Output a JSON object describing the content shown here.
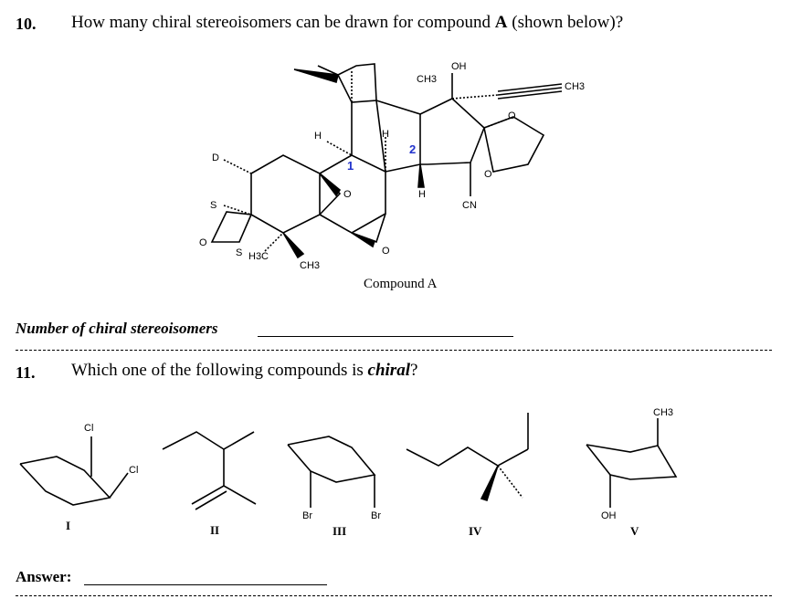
{
  "q10": {
    "number": "10.",
    "text_pre": "How many chiral stereoisomers can be drawn for compound ",
    "text_bold": "A",
    "text_post": " (shown below)?",
    "caption": "Compound A",
    "answer_label": "Number of chiral stereoisomers",
    "atom_labels": {
      "oh": "OH",
      "ch3_top": "CH3",
      "ch3_right": "CH3",
      "d": "D",
      "s_top": "S",
      "s_bottom": "S",
      "o_ring": "O",
      "h3c": "H3C",
      "ch3_bottom": "CH3",
      "h_left": "H",
      "h_top": "H",
      "h_bottom": "H",
      "cn": "CN",
      "o_epox1": "O",
      "o_epox2": "O",
      "o_diox1": "O",
      "o_diox2": "O",
      "stereo1": "1",
      "stereo2": "2"
    }
  },
  "q11": {
    "number": "11.",
    "text_pre": "Which one of the following compounds is ",
    "text_bi": "chiral",
    "text_post": "?",
    "compounds": [
      {
        "roman": "I",
        "labels": [
          "Cl",
          "Cl"
        ]
      },
      {
        "roman": "II",
        "labels": []
      },
      {
        "roman": "III",
        "labels": [
          "Br",
          "Br"
        ]
      },
      {
        "roman": "IV",
        "labels": []
      },
      {
        "roman": "V",
        "labels": [
          "CH3",
          "OH"
        ]
      }
    ],
    "answer_label": "Answer:"
  }
}
